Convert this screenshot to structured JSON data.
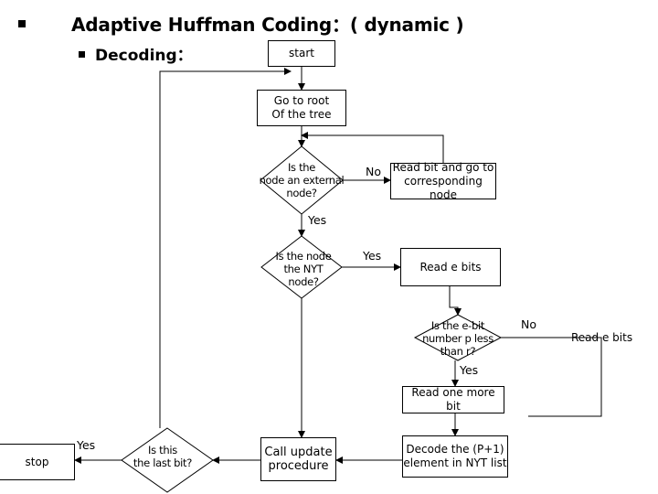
{
  "slide": {
    "title": "Adaptive Huffman Coding：( dynamic )",
    "subtitle": "Decoding："
  },
  "flowchart": {
    "start": "start",
    "go_root": "Go to root\nOf the tree",
    "is_external": "Is the\nnode an external\nnode?",
    "read_bit": "Read bit and go to\ncorresponding node",
    "is_nyt": "Is the node\nthe NYT\nnode?",
    "read_e_bits_1": "Read e bits",
    "is_e_bit_less": "Is the e-bit\nnumber p less\nthan r?",
    "read_e_bits_2": "Read e bits",
    "read_one_more": "Read  one more bit",
    "decode": "Decode the (P+1)\nelement in NYT list",
    "call_update": "Call update\nprocedure",
    "is_last_bit": "Is this\nthe last bit?",
    "stop": "stop",
    "edge_no_1": "No",
    "edge_yes_1": "Yes",
    "edge_yes_2": "Yes",
    "edge_no_2": "No",
    "edge_yes_3": "Yes",
    "edge_yes_4": "Yes"
  },
  "colors": {
    "line": "#000000",
    "background": "#ffffff"
  }
}
